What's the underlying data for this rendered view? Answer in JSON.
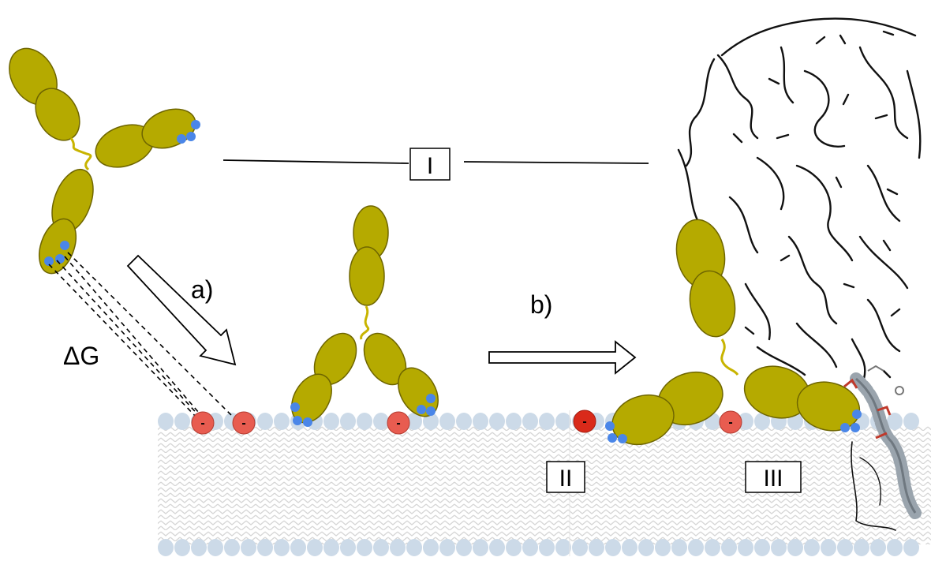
{
  "labels": {
    "step_a": "a)",
    "step_b": "b)",
    "delta_g": "ΔG",
    "region_1": "I",
    "region_2": "II",
    "region_3": "III"
  },
  "charges": {
    "negative_symbol": "-"
  },
  "colors": {
    "domain_fill": "#b5aa00",
    "domain_stroke": "#6e6500",
    "hinge": "#c8b400",
    "binding_site": "#4a86e8",
    "lipid_head": "#ccdae8",
    "lipid_tail": "#d8d8d8",
    "anionic_lipid": "#e85c50",
    "protein_ribbon": "#9aa4ad"
  }
}
